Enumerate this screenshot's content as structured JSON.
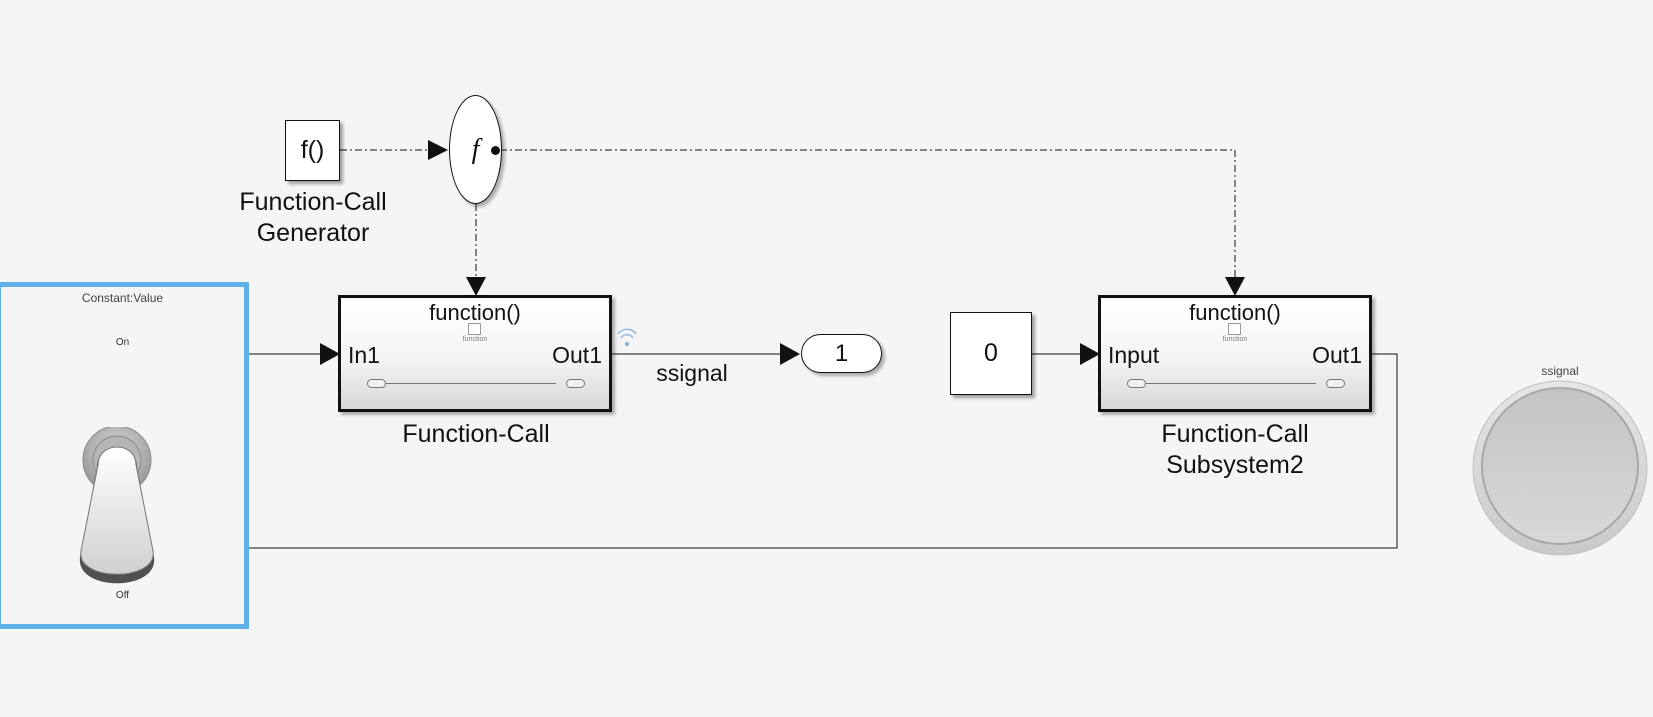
{
  "diagram": {
    "fcgen": {
      "symbol": "f()",
      "label_line1": "Function-Call",
      "label_line2": "Generator"
    },
    "split": {
      "symbol": "f"
    },
    "fc_subsystem": {
      "title": "function()",
      "trigger_caption": "function",
      "in_port": "In1",
      "out_port": "Out1",
      "label": "Function-Call"
    },
    "fc_subsystem2": {
      "title": "function()",
      "trigger_caption": "function",
      "in_port": "Input",
      "out_port": "Out1",
      "label_line1": "Function-Call",
      "label_line2": "Subsystem2"
    },
    "signal_label": "ssignal",
    "outport": {
      "value": "1"
    },
    "constant": {
      "value": "0"
    },
    "toggle_panel": {
      "title": "Constant:Value",
      "on_label": "On",
      "off_label": "Off"
    },
    "lamp": {
      "title": "ssignal"
    }
  }
}
